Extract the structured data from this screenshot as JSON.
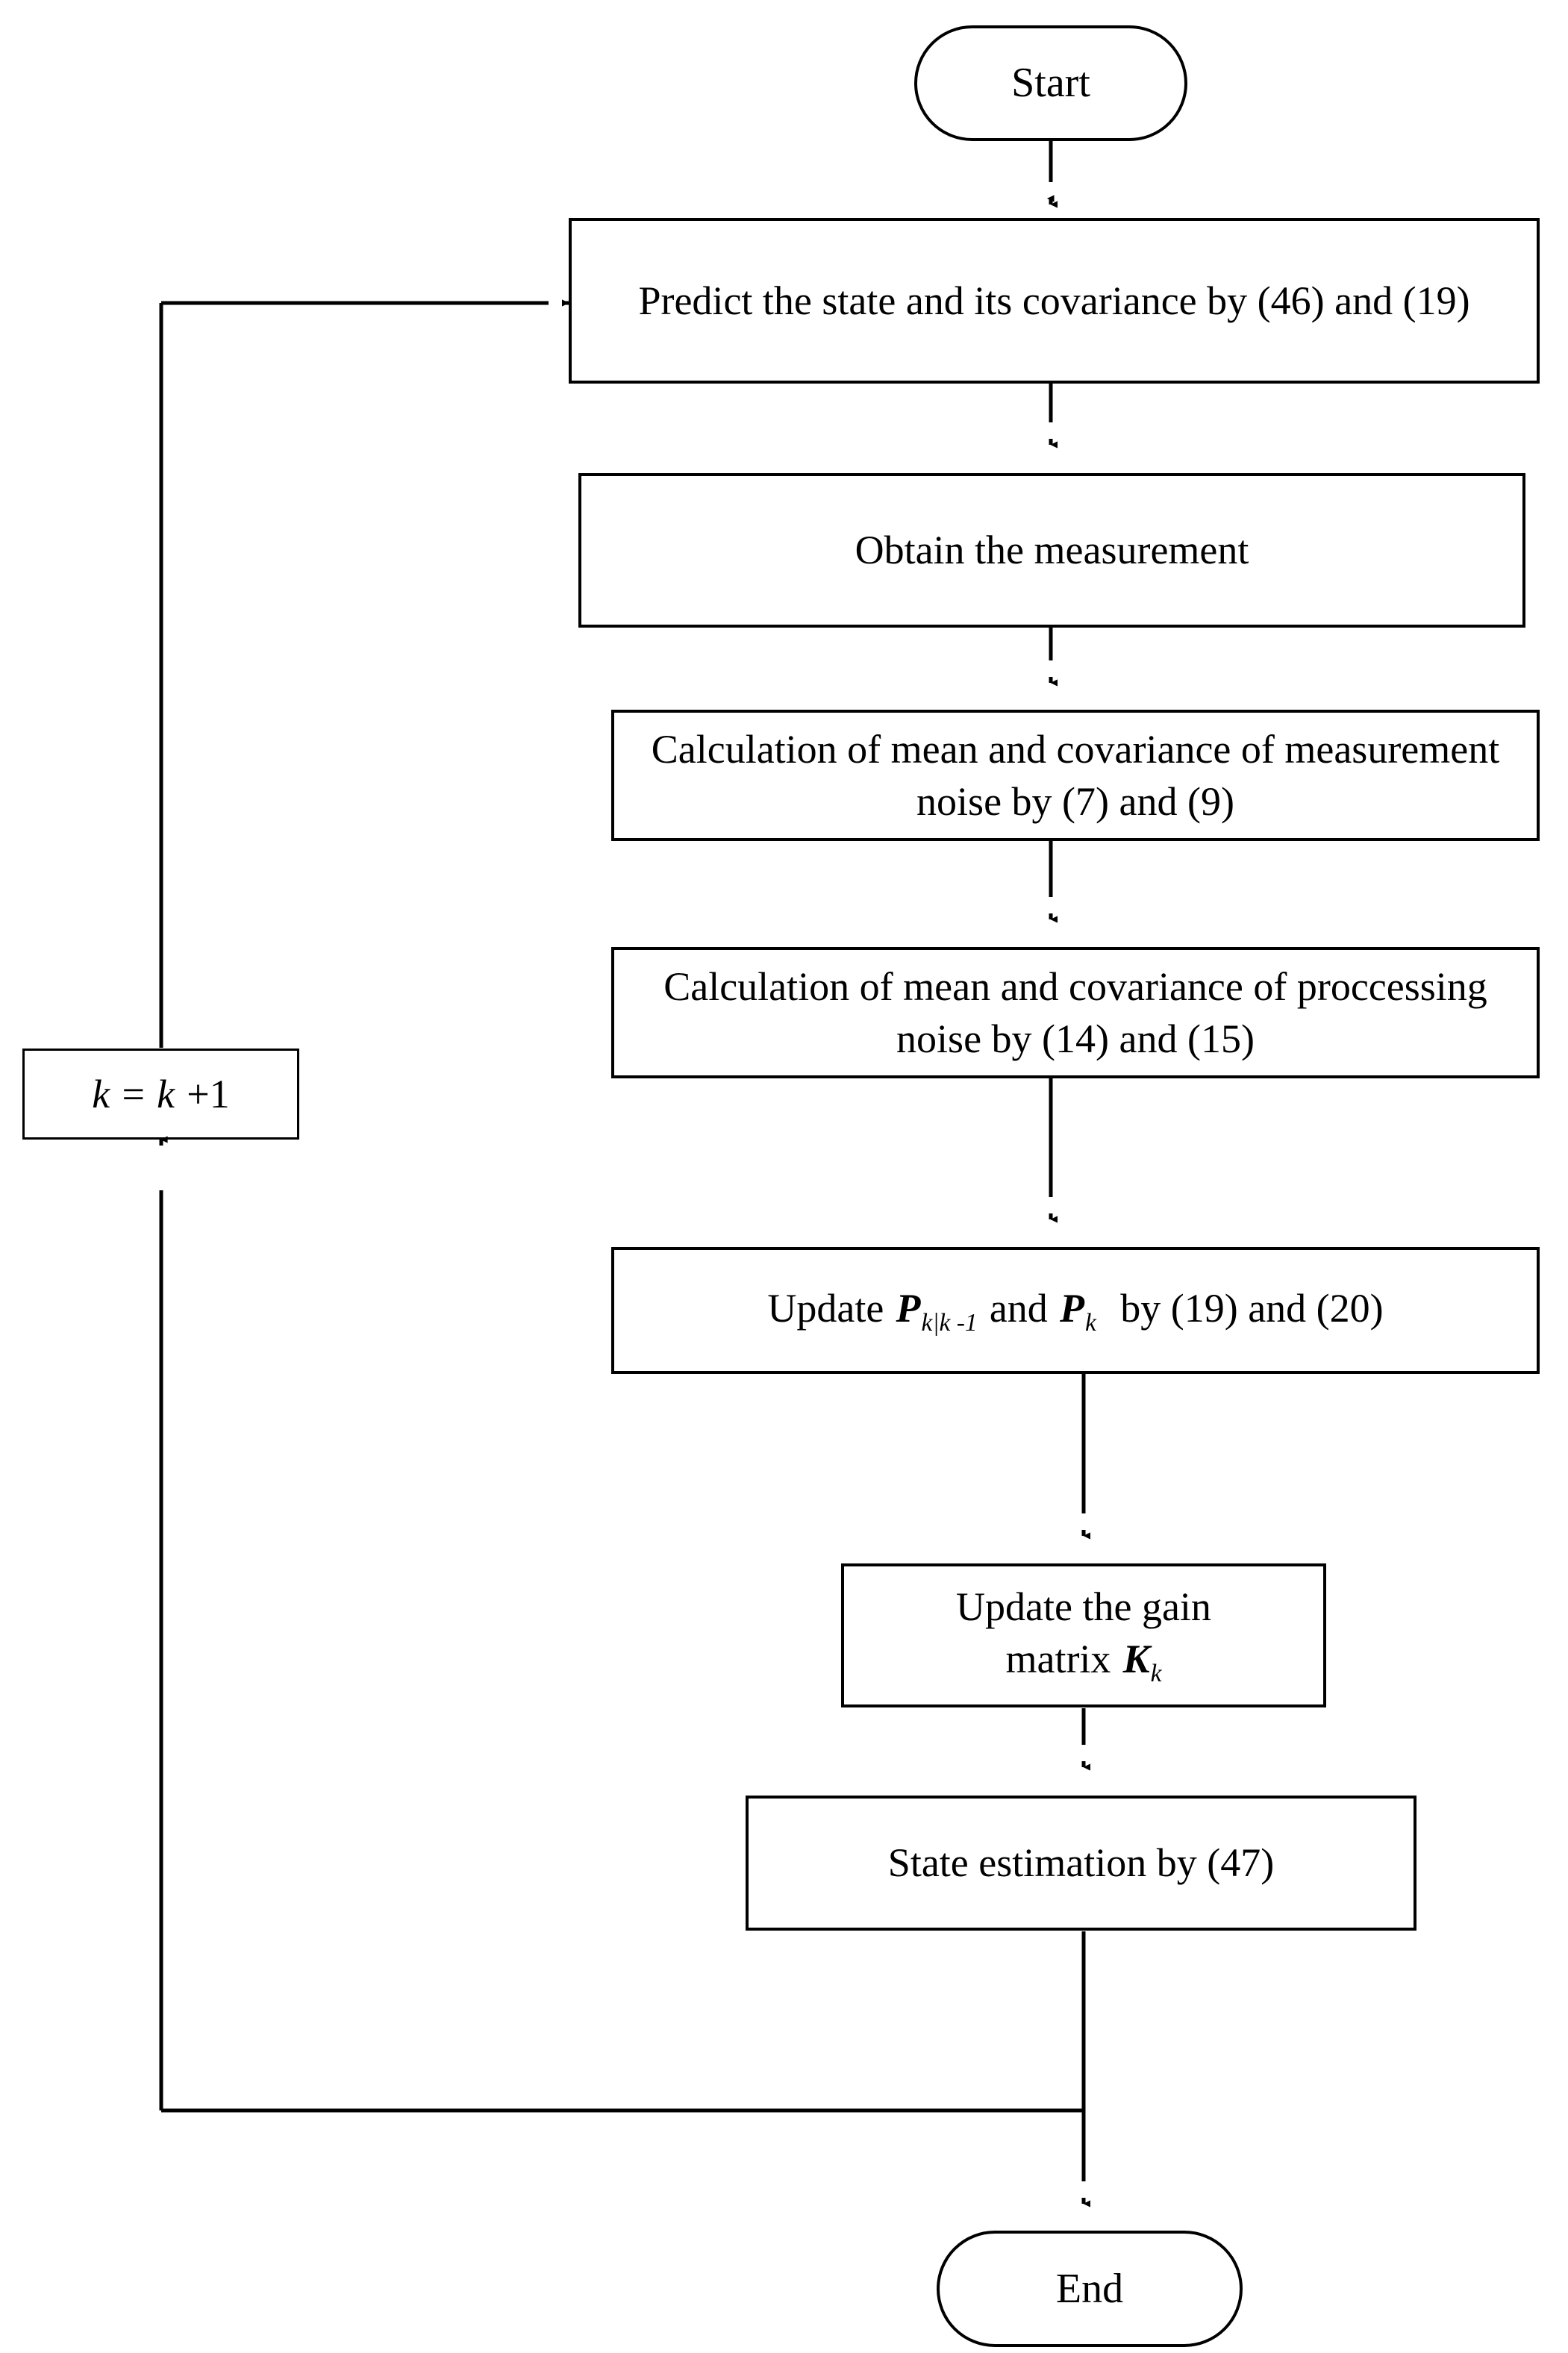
{
  "diagram": {
    "title": "Algorithm flowchart",
    "type": "flowchart",
    "background_color": "#ffffff",
    "line_color": "#000000",
    "text_color": "#000000"
  },
  "nodes": {
    "start": {
      "label": "Start",
      "shape": "terminator"
    },
    "predict": {
      "label": "Predict the state and its covariance by (46) and (19)",
      "shape": "process"
    },
    "measure": {
      "label": "Obtain the measurement",
      "shape": "process"
    },
    "measurement_noise": {
      "label": "Calculation of mean and covariance of measurement noise by (7) and (9)",
      "shape": "process"
    },
    "processing_noise": {
      "label": "Calculation of mean and covariance of proccessing noise by (14) and (15)",
      "shape": "process"
    },
    "update_covariance": {
      "label": "Update P k|k-1 and P k by (19) and (20)",
      "shape": "process",
      "parts": {
        "lead": "Update",
        "symbol_1": "P",
        "symbol_1_sub": "k|k -1",
        "conj": "and",
        "symbol_2": "P",
        "symbol_2_sub": "k",
        "tail": "by (19) and (20)"
      }
    },
    "gain_matrix": {
      "label": "Update the gain matrix K k",
      "shape": "process",
      "parts": {
        "line_1": "Update the gain",
        "line_2_lead": "matrix",
        "symbol": "K",
        "symbol_sub": "k"
      }
    },
    "state_estimation": {
      "label": "State estimation by (47)",
      "shape": "process"
    },
    "increment": {
      "label": "k = k +1",
      "shape": "process",
      "parts": {
        "var_1": "k",
        "equals": "=",
        "var_2": "k",
        "plus_one": "+1"
      }
    },
    "end": {
      "label": "End",
      "shape": "terminator"
    }
  },
  "edges": [
    {
      "from": "start",
      "to": "predict",
      "arrow": "down"
    },
    {
      "from": "predict",
      "to": "measure",
      "arrow": "down"
    },
    {
      "from": "measure",
      "to": "measurement_noise",
      "arrow": "down"
    },
    {
      "from": "measurement_noise",
      "to": "processing_noise",
      "arrow": "down"
    },
    {
      "from": "processing_noise",
      "to": "update_covariance",
      "arrow": "down"
    },
    {
      "from": "update_covariance",
      "to": "gain_matrix",
      "arrow": "down"
    },
    {
      "from": "gain_matrix",
      "to": "state_estimation",
      "arrow": "down"
    },
    {
      "from": "state_estimation",
      "to": "end",
      "arrow": "down"
    },
    {
      "from": "state_estimation",
      "to": "increment",
      "arrow": "up",
      "routing": "feedback-left"
    },
    {
      "from": "increment",
      "to": "predict",
      "arrow": "right",
      "routing": "feedback-left"
    }
  ]
}
